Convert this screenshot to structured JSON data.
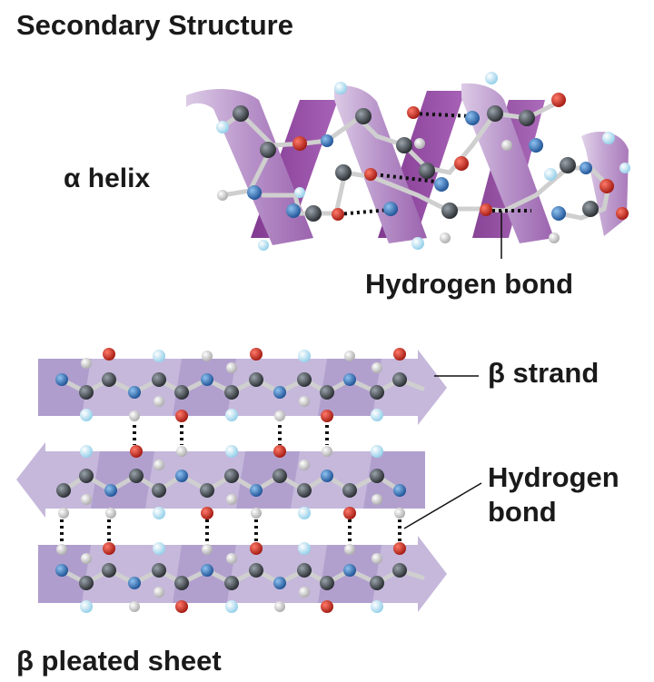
{
  "title": "Secondary Structure",
  "helix": {
    "label": "α helix",
    "hbond_label": "Hydrogen bond"
  },
  "sheet": {
    "strand_label": "β strand",
    "hbond_label_line1": "Hydrogen",
    "hbond_label_line2": "bond",
    "sheet_label": "β pleated sheet"
  },
  "colors": {
    "ribbon_light": "#c8b3dc",
    "ribbon_dark": "#8a4a9a",
    "arrow_light": "#c9bedf",
    "arrow_dark": "#9d8cc4",
    "carbon": "#3a3f44",
    "oxygen": "#c3281f",
    "nitrogen": "#2a6bb5",
    "hydrogen": "#b4dff2",
    "bond_atom_h": "#c8c8c8"
  }
}
